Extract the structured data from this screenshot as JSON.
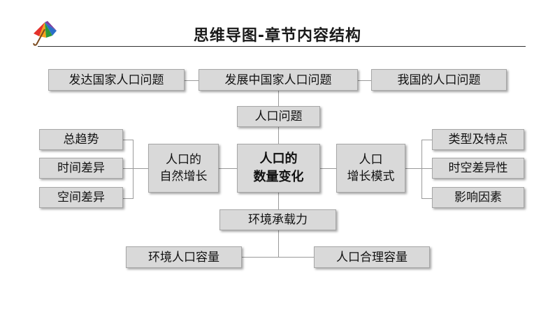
{
  "header": {
    "title": "思维导图-章节内容结构"
  },
  "mindmap": {
    "top_row": [
      "发达国家人口问题",
      "发展中国家人口问题",
      "我国的人口问题"
    ],
    "population_issue": "人口问题",
    "center_line1": "人口的",
    "center_line2": "数量变化",
    "natural_growth_line1": "人口的",
    "natural_growth_line2": "自然增长",
    "growth_model_line1": "人口",
    "growth_model_line2": "增长模式",
    "left_items": [
      "总趋势",
      "时间差异",
      "空间差异"
    ],
    "right_items": [
      "类型及特点",
      "时空差异性",
      "影响因素"
    ],
    "carrying_capacity": "环境承载力",
    "bottom_items": [
      "环境人口容量",
      "人口合理容量"
    ]
  },
  "colors": {
    "box_fill": "#d9d9d9",
    "box_border": "#a6a6a6",
    "connector": "#9a9a9a"
  }
}
